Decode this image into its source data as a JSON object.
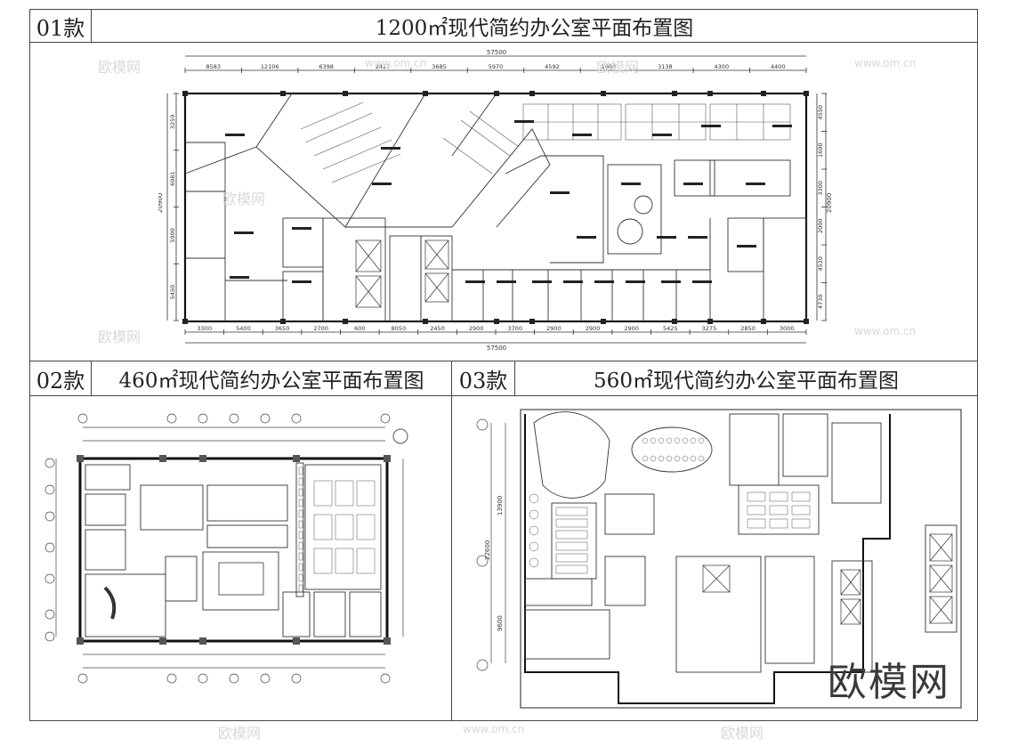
{
  "sheet": {
    "plan1": {
      "code": "01款",
      "title": "1200㎡现代简约办公室平面布置图"
    },
    "plan2": {
      "code": "02款",
      "title": "460㎡现代简约办公室平面布置图"
    },
    "plan3": {
      "code": "03款",
      "title": "560㎡现代简约办公室平面布置图"
    }
  },
  "plan1_dims": {
    "total": "57500",
    "top": [
      "8583",
      "12106",
      "6398",
      "2427",
      "3685",
      "5970",
      "4592",
      "1600",
      "3138",
      "4300",
      "4400"
    ],
    "bottom": [
      "3300",
      "5400",
      "3650",
      "2700",
      "600",
      "8050",
      "2450",
      "2900",
      "3700",
      "2900",
      "2900",
      "2900",
      "5425",
      "3275",
      "2850",
      "3000"
    ],
    "left": [
      "3259",
      "6081",
      "5900",
      "5450"
    ],
    "left_total": "20900",
    "right": [
      "4550",
      "1600",
      "3300",
      "2000",
      "4520",
      "4730"
    ],
    "right_total": "20900"
  },
  "plan3_dims": {
    "a": "13900",
    "b": "22600",
    "c": "9600"
  },
  "watermark": {
    "logo": "欧模网",
    "url": "www.om.cn"
  }
}
